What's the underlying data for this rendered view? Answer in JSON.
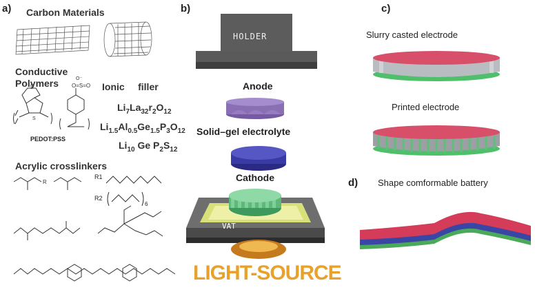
{
  "panel_a": {
    "label": "a)",
    "carbon_title": "Carbon Materials",
    "conductive_title": "Conductive\nPolymers",
    "pedot_label": "PEDOT:PSS",
    "ionic_title": "Ionic     filler",
    "formula_1": "Li7La32r2O12",
    "formula_2": "Li1.5Al0.5Ge1.5P3O12",
    "formula_3": "Li10 Ge P2S12",
    "acrylic_title": "Acrylic crosslinkers",
    "r1": "R1",
    "r2": "R2",
    "r_label": "R",
    "n_label": "6"
  },
  "panel_b": {
    "label": "b)",
    "holder": "HOLDER",
    "anode": "Anode",
    "electrolyte": "Solid–gel electrolyte",
    "cathode": "Cathode",
    "vat": "VAT",
    "light_source": "LIGHT-SOURCE",
    "colors": {
      "anode": "#8a6fb5",
      "electrolyte": "#3a3aa6",
      "cathode": "#5fb87a",
      "light": "#e8a22c"
    }
  },
  "panel_c": {
    "label": "c)",
    "slurry": "Slurry casted electrode",
    "printed": "Printed electrode",
    "colors": {
      "top": "#d84f6a",
      "body": "#b9bcc0",
      "bottom": "#4fbf6b"
    }
  },
  "panel_d": {
    "label": "d)",
    "title": "Shape comformable battery",
    "colors": {
      "top": "#d43c5a",
      "mid": "#3a46a6",
      "bottom": "#4aaa5a"
    }
  }
}
